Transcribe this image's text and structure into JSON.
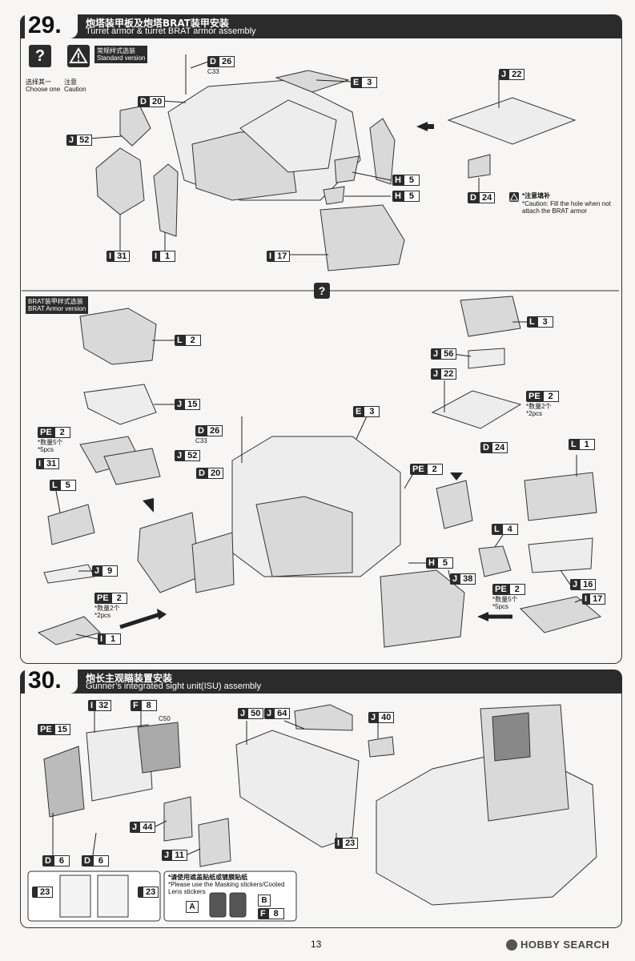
{
  "step29": {
    "number": "29.",
    "title_cn": "炮塔装甲板及炮塔BRAT装甲安装",
    "title_en": "Turret armor & turret BRAT armor assembly",
    "choose_cn": "选择其一",
    "choose_en": "Choose one",
    "caution_cn": "注意",
    "caution_en": "Caution",
    "standard_cn": "常规样式选装",
    "standard_en": "Standard version",
    "brat_cn": "BRAT装甲样式选装",
    "brat_en": "BRAT Armor version",
    "caution_note_cn": "*注意填补",
    "caution_note_en": "*Caution: Fill the hole when not attach the BRAT armor",
    "qty5_cn": "*数量5个",
    "qty5_en": "*5pcs",
    "qty2_cn": "*数量2个",
    "qty2_en": "*2pcs",
    "c33": "C33",
    "parts": {
      "d26": [
        "D",
        "26"
      ],
      "e3": [
        "E",
        "3"
      ],
      "j22": [
        "J",
        "22"
      ],
      "d20": [
        "D",
        "20"
      ],
      "j52": [
        "J",
        "52"
      ],
      "h5": [
        "H",
        "5"
      ],
      "d24": [
        "D",
        "24"
      ],
      "i31": [
        "I",
        "31"
      ],
      "i1": [
        "I",
        "1"
      ],
      "i17": [
        "I",
        "17"
      ],
      "l3": [
        "L",
        "3"
      ],
      "l2": [
        "L",
        "2"
      ],
      "j56": [
        "J",
        "56"
      ],
      "j15": [
        "J",
        "15"
      ],
      "pe2": [
        "PE",
        "2"
      ],
      "l1": [
        "L",
        "1"
      ],
      "l5": [
        "L",
        "5"
      ],
      "l4": [
        "L",
        "4"
      ],
      "j9": [
        "J",
        "9"
      ],
      "j38": [
        "J",
        "38"
      ],
      "j16": [
        "J",
        "16"
      ]
    }
  },
  "step30": {
    "number": "30.",
    "title_cn": "炮长主观瞄装置安装",
    "title_en": "Gunner’s integrated sight unit(ISU) assembly",
    "c50": "C50",
    "mask_cn": "*请使用遮盖贴纸或镀膜贴纸",
    "mask_en": "*Please use the Masking stickers/Cooted Lens stickers",
    "parts": {
      "i32": [
        "I",
        "32"
      ],
      "f8": [
        "F",
        "8"
      ],
      "pe15": [
        "PE",
        "15"
      ],
      "j50": [
        "J",
        "50"
      ],
      "j64": [
        "J",
        "64"
      ],
      "j40": [
        "J",
        "40"
      ],
      "j44": [
        "J",
        "44"
      ],
      "j11": [
        "J",
        "11"
      ],
      "i23": [
        "I",
        "23"
      ],
      "d6": [
        "D",
        "6"
      ],
      "n23": [
        "",
        "23"
      ]
    },
    "decals": [
      "A",
      "B"
    ]
  },
  "footer": {
    "page_number": "13",
    "brand": "HOBBY SEARCH"
  }
}
